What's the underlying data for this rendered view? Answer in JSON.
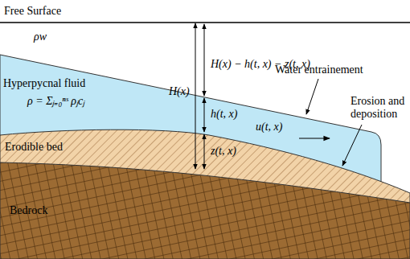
{
  "diagram": {
    "labels": [
      "Free Surface",
      "ρw",
      "H(x)",
      "H(x) − h(t, x) − z(t, x)",
      "Water entrainement",
      "Hyperpycnal fluid",
      "ρ = Σⱼ₌₀ⁿˢ ρⱼcⱼ",
      "h(t, x)",
      "u(t, x)",
      "Erosion and deposition",
      "Erodible bed",
      "z(t, x)",
      "Bedrock"
    ]
  }
}
